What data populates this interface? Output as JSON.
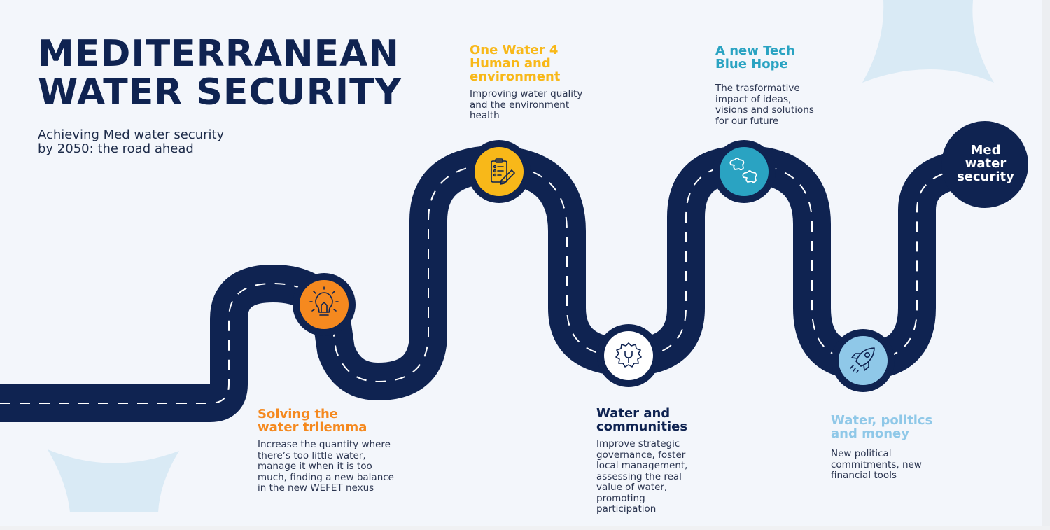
{
  "header": {
    "title_line1": "MEDITERRANEAN",
    "title_line2": "WATER SECURITY",
    "subtitle_line1": "Achieving Med water security",
    "subtitle_line2": "by 2050: the road ahead"
  },
  "colors": {
    "background": "#f3f6fb",
    "road": "#0f2351",
    "road_dash": "#ffffff",
    "decor_shape": "#d9eaf5",
    "orange": "#f5891f",
    "yellow": "#f8b819",
    "teal": "#2aa3c2",
    "white": "#ffffff",
    "light_blue": "#8fc8e8"
  },
  "milestones": [
    {
      "title": "Solving the\nwater trilemma",
      "description": "Increase the quantity where\nthere’s too little water,\nmanage it when it is too\nmuch, finding a new balance\nin the new WEFET nexus",
      "icon": "lightbulb-icon",
      "color": "#f5891f"
    },
    {
      "title": "One Water 4\nHuman and\nenvironment",
      "description": "Improving water quality\nand the environment\nhealth",
      "icon": "clipboard-pen-icon",
      "color": "#f8b819"
    },
    {
      "title": "Water and\ncommunities",
      "description": "Improve strategic\ngovernance, foster\nlocal management,\nassessing the real\nvalue of water,\npromoting\nparticipation",
      "icon": "gear-wrench-icon",
      "color": "#0f2351"
    },
    {
      "title": "A new Tech\nBlue Hope",
      "description": "The trasformative\nimpact of ideas,\nvisions and solutions\nfor our future",
      "icon": "puzzle-gears-icon",
      "color": "#2aa3c2"
    },
    {
      "title": "Water, politics\nand money",
      "description": "New political\ncommitments, new\nfinancial tools",
      "icon": "rocket-icon",
      "color": "#8fc8e8"
    }
  ],
  "destination": {
    "label": "Med\nwater\nsecurity"
  }
}
